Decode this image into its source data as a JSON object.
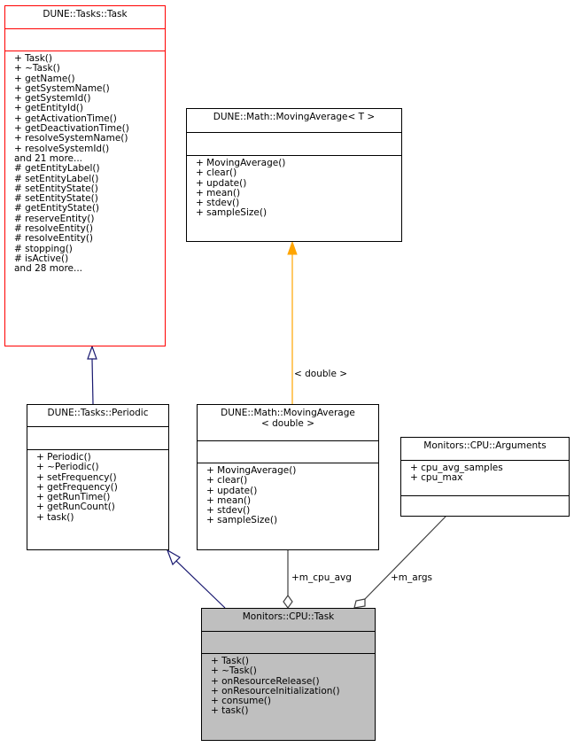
{
  "classes": {
    "task_base": {
      "name": "DUNE::Tasks::Task",
      "attributes": [],
      "methods": [
        "+ Task()",
        "+ ~Task()",
        "+ getName()",
        "+ getSystemName()",
        "+ getSystemId()",
        "+ getEntityId()",
        "+ getActivationTime()",
        "+ getDeactivationTime()",
        "+ resolveSystemName()",
        "+ resolveSystemId()",
        "and 21 more...",
        "# getEntityLabel()",
        "# setEntityLabel()",
        "# setEntityState()",
        "# setEntityState()",
        "# getEntityState()",
        "# reserveEntity()",
        "# resolveEntity()",
        "# resolveEntity()",
        "# stopping()",
        "# isActive()",
        "and 28 more..."
      ],
      "border_color": "#ff0000"
    },
    "moving_average_template": {
      "name": "DUNE::Math::MovingAverage< T >",
      "attributes": [],
      "methods": [
        "+ MovingAverage()",
        "+ clear()",
        "+ update()",
        "+ mean()",
        "+ stdev()",
        "+ sampleSize()"
      ]
    },
    "periodic": {
      "name": "DUNE::Tasks::Periodic",
      "attributes": [],
      "methods": [
        "+ Periodic()",
        "+ ~Periodic()",
        "+ setFrequency()",
        "+ getFrequency()",
        "+ getRunTime()",
        "+ getRunCount()",
        "+ task()"
      ]
    },
    "moving_average_double": {
      "name_line1": "DUNE::Math::MovingAverage",
      "name_line2": "< double >",
      "attributes": [],
      "methods": [
        "+ MovingAverage()",
        "+ clear()",
        "+ update()",
        "+ mean()",
        "+ stdev()",
        "+ sampleSize()"
      ]
    },
    "arguments": {
      "name": "Monitors::CPU::Arguments",
      "attributes": [
        "+ cpu_avg_samples",
        "+ cpu_max"
      ],
      "methods": []
    },
    "cpu_task": {
      "name": "Monitors::CPU::Task",
      "attributes": [],
      "methods": [
        "+ Task()",
        "+ ~Task()",
        "+ onResourceRelease()",
        "+ onResourceInitialization()",
        "+ consume()",
        "+ task()"
      ],
      "fill_color": "#bfbfbf"
    }
  },
  "edges": {
    "template_binding_label": "< double >",
    "m_cpu_avg_label": "+m_cpu_avg",
    "m_args_label": "+m_args",
    "inheritance_color": "#191970",
    "template_color": "#ffa500",
    "composition_color": "#404040"
  }
}
